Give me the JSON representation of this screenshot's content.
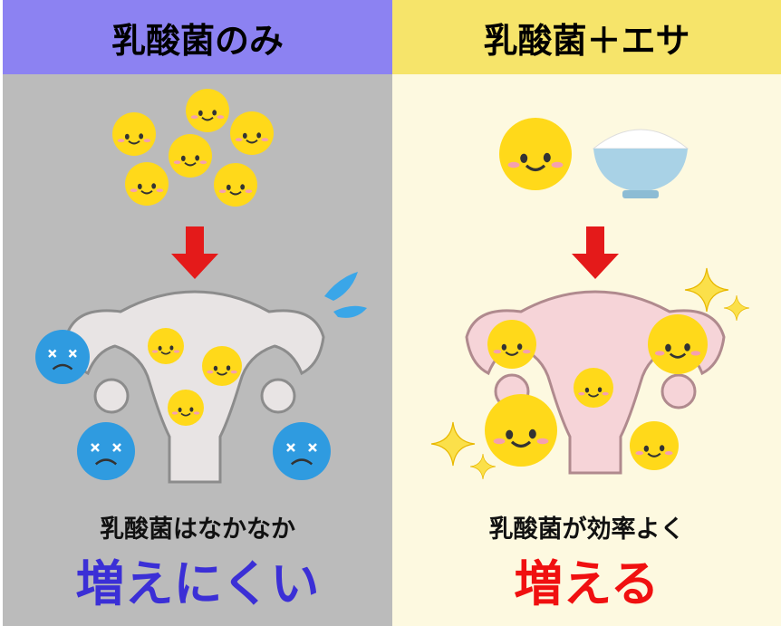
{
  "left": {
    "title": "乳酸菌のみ",
    "caption_line1": "乳酸菌はなかなか",
    "caption_line2": "増えにくい",
    "header_color": "#8c82f2",
    "accent_color": "#3b2fd6"
  },
  "right": {
    "title": "乳酸菌＋エサ",
    "caption_line1": "乳酸菌が効率よく",
    "caption_line2": "増える",
    "header_color": "#f6e46a",
    "accent_color": "#f01010"
  }
}
